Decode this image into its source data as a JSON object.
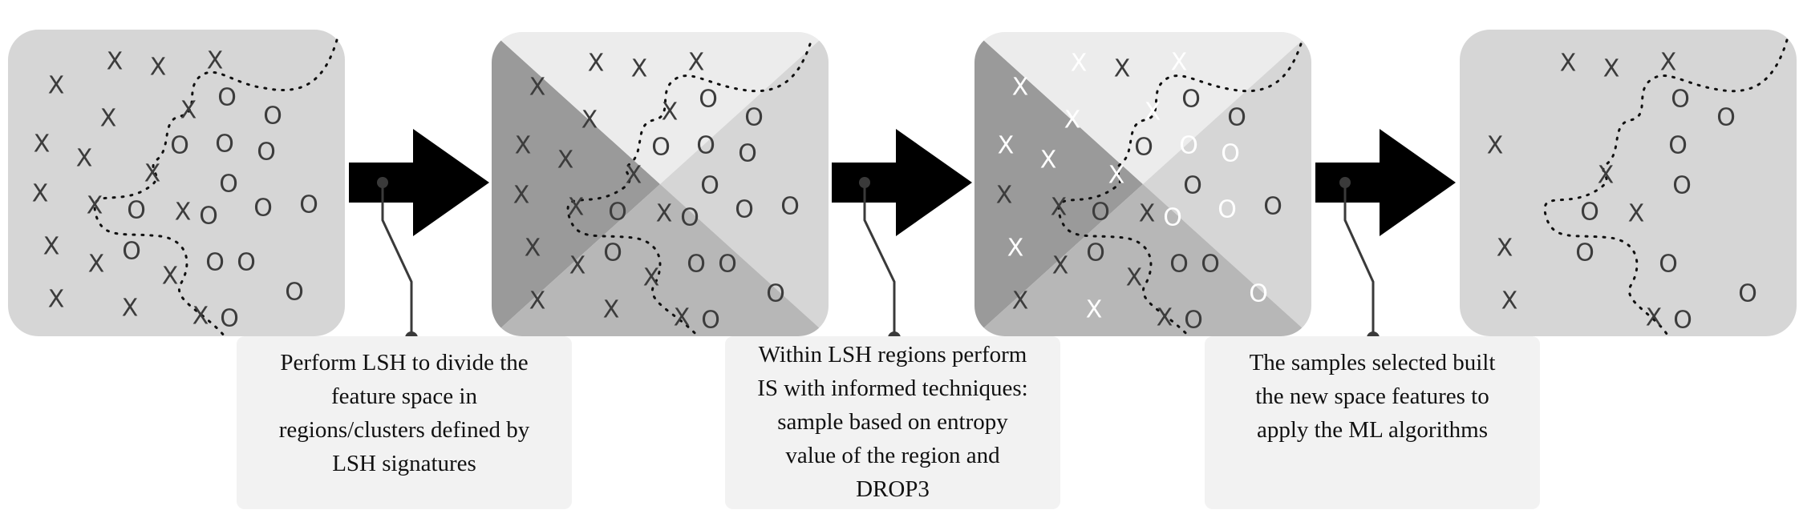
{
  "colors": {
    "panel": "#d6d6d6",
    "panel_dark": "#9a9a9a",
    "panel_mid": "#b7b7b7",
    "panel_light": "#ececec",
    "arrow": "#000000",
    "connector": "#3a3a3a",
    "mark_dark": "#3c3c3c",
    "mark_light": "#ffffff",
    "caption_bg": "#f2f2f2"
  },
  "steps": [
    {
      "caption_lines": [
        "Perform LSH to divide the",
        "feature space in",
        "regions/clusters defined by",
        "LSH signatures"
      ]
    },
    {
      "caption_lines": [
        "Within LSH regions perform",
        "IS with informed techniques:",
        "sample based on entropy",
        "value of the region and",
        "DROP3"
      ]
    },
    {
      "caption_lines": [
        "The samples selected built",
        "the new space features to",
        "apply the ML algorithms"
      ]
    }
  ],
  "mark_labels": {
    "class_a": "X",
    "class_b": "O"
  }
}
